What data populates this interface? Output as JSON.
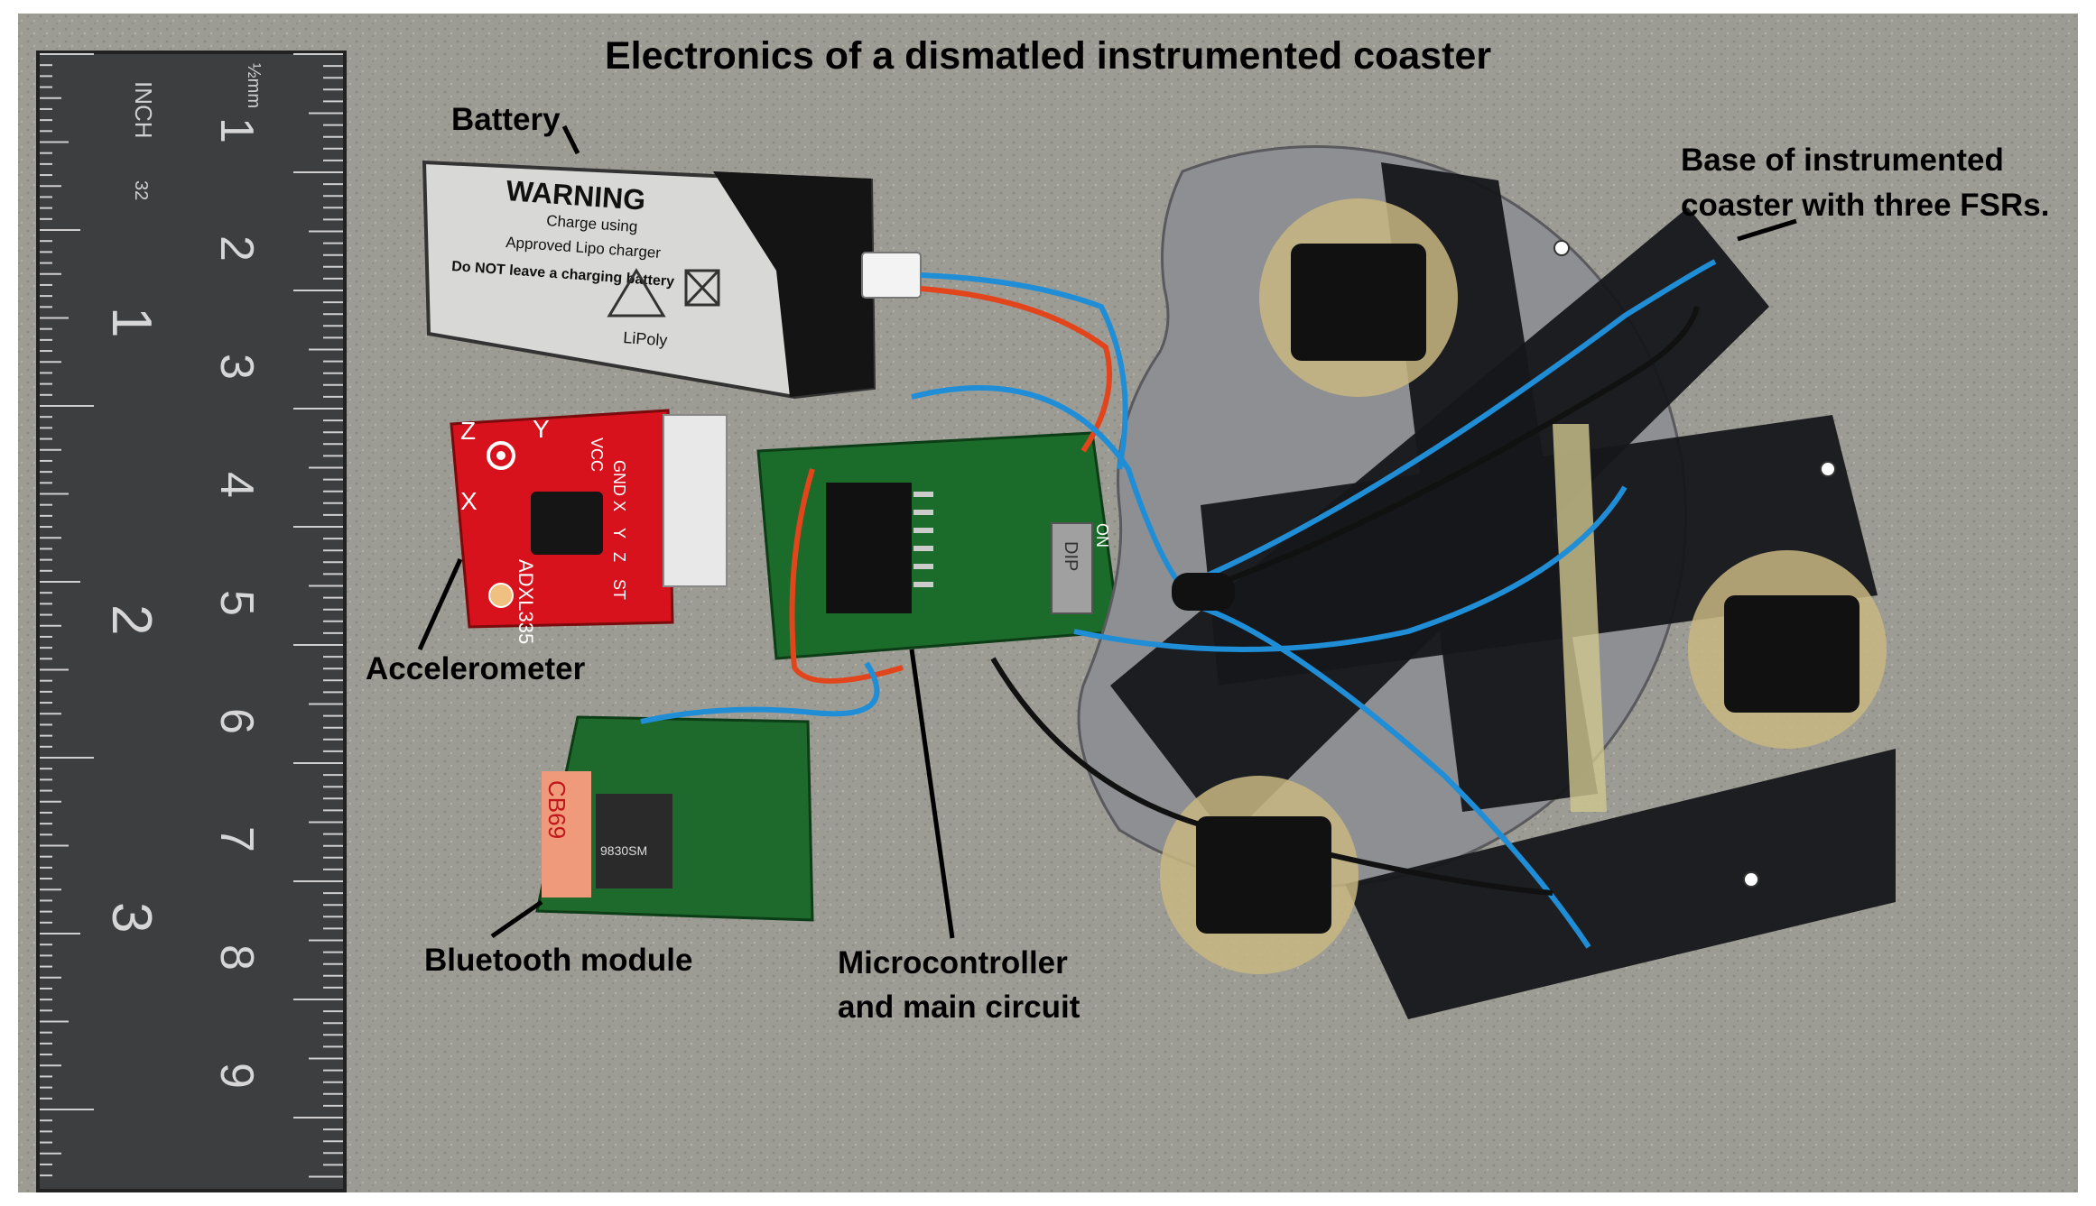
{
  "figure": {
    "title": "Electronics of a dismatled instrumented coaster"
  },
  "callouts": {
    "battery": "Battery",
    "accelerometer": "Accelerometer",
    "bluetooth": "Bluetooth module",
    "microcontroller_line1": "Microcontroller",
    "microcontroller_line2": "and main circuit",
    "base_line1": "Base of instrumented",
    "base_line2": "coaster with three FSRs."
  },
  "ruler": {
    "unit_top": "INCH",
    "mm_label": "½mm",
    "fraction": "32",
    "inch_numbers": [
      "1",
      "2",
      "3"
    ],
    "cm_numbers": [
      "1",
      "2",
      "3",
      "4",
      "5",
      "6",
      "7",
      "8",
      "9"
    ]
  },
  "battery": {
    "warning": "WARNING",
    "line1": "Charge using",
    "line2": "Approved Lipo charger",
    "line3": "Do NOT leave a charging battery",
    "logo": "LiPoly"
  },
  "accelerometer_board": {
    "part": "ADXL335",
    "pins": [
      "VCC",
      "GND",
      "X",
      "Y",
      "Z",
      "ST"
    ],
    "axes": [
      "Z",
      "Y",
      "X"
    ]
  },
  "bluetooth_board": {
    "chip": "9830SM",
    "sticker": "CB69"
  },
  "main_board": {
    "switch_label": "ON",
    "switch_text": "DIP"
  },
  "colors": {
    "background": "#9a9a92",
    "ruler": "#3d3e40",
    "red_board": "#d8121c",
    "green_board": "#1b6b2a",
    "coaster": "#8e8f93",
    "tape": "#16171a",
    "wire_blue": "#1f8ed6",
    "wire_red": "#e2451c",
    "wire_black": "#111111"
  }
}
